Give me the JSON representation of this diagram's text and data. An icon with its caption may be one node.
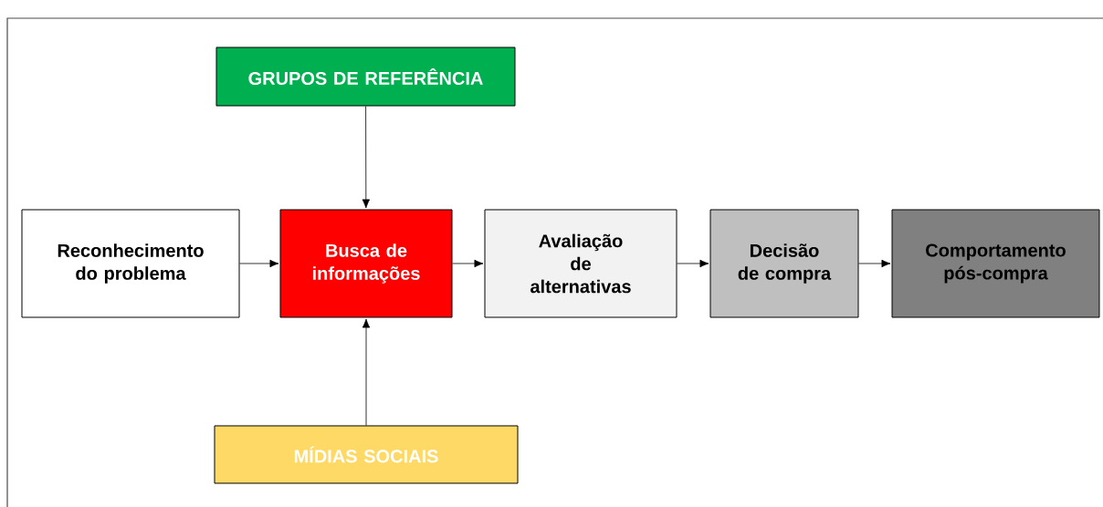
{
  "diagram": {
    "nodes": [
      {
        "text": [
          "GRUPOS DE REFERÊNCIA"
        ]
      },
      {
        "text": [
          "Reconhecimento do problema"
        ]
      },
      {
        "text": [
          "Busca de informações"
        ]
      },
      {
        "text": [
          "Avaliação de alternativas"
        ]
      },
      {
        "text": [
          "Decisão de compra"
        ]
      },
      {
        "text": [
          "Comportamento pós-compra"
        ]
      },
      {
        "text": [
          "MÍDIAS SOCIAIS"
        ]
      }
    ],
    "edges": [
      {
        "from": 0,
        "to": 2,
        "arrow": "to"
      },
      {
        "from": 6,
        "to": 2,
        "arrow": "to"
      },
      {
        "from": 1,
        "to": 2,
        "arrow": "to"
      },
      {
        "from": 2,
        "to": 3,
        "arrow": "to"
      },
      {
        "from": 3,
        "to": 4,
        "arrow": "to"
      },
      {
        "from": 4,
        "to": 5,
        "arrow": "to"
      }
    ]
  }
}
